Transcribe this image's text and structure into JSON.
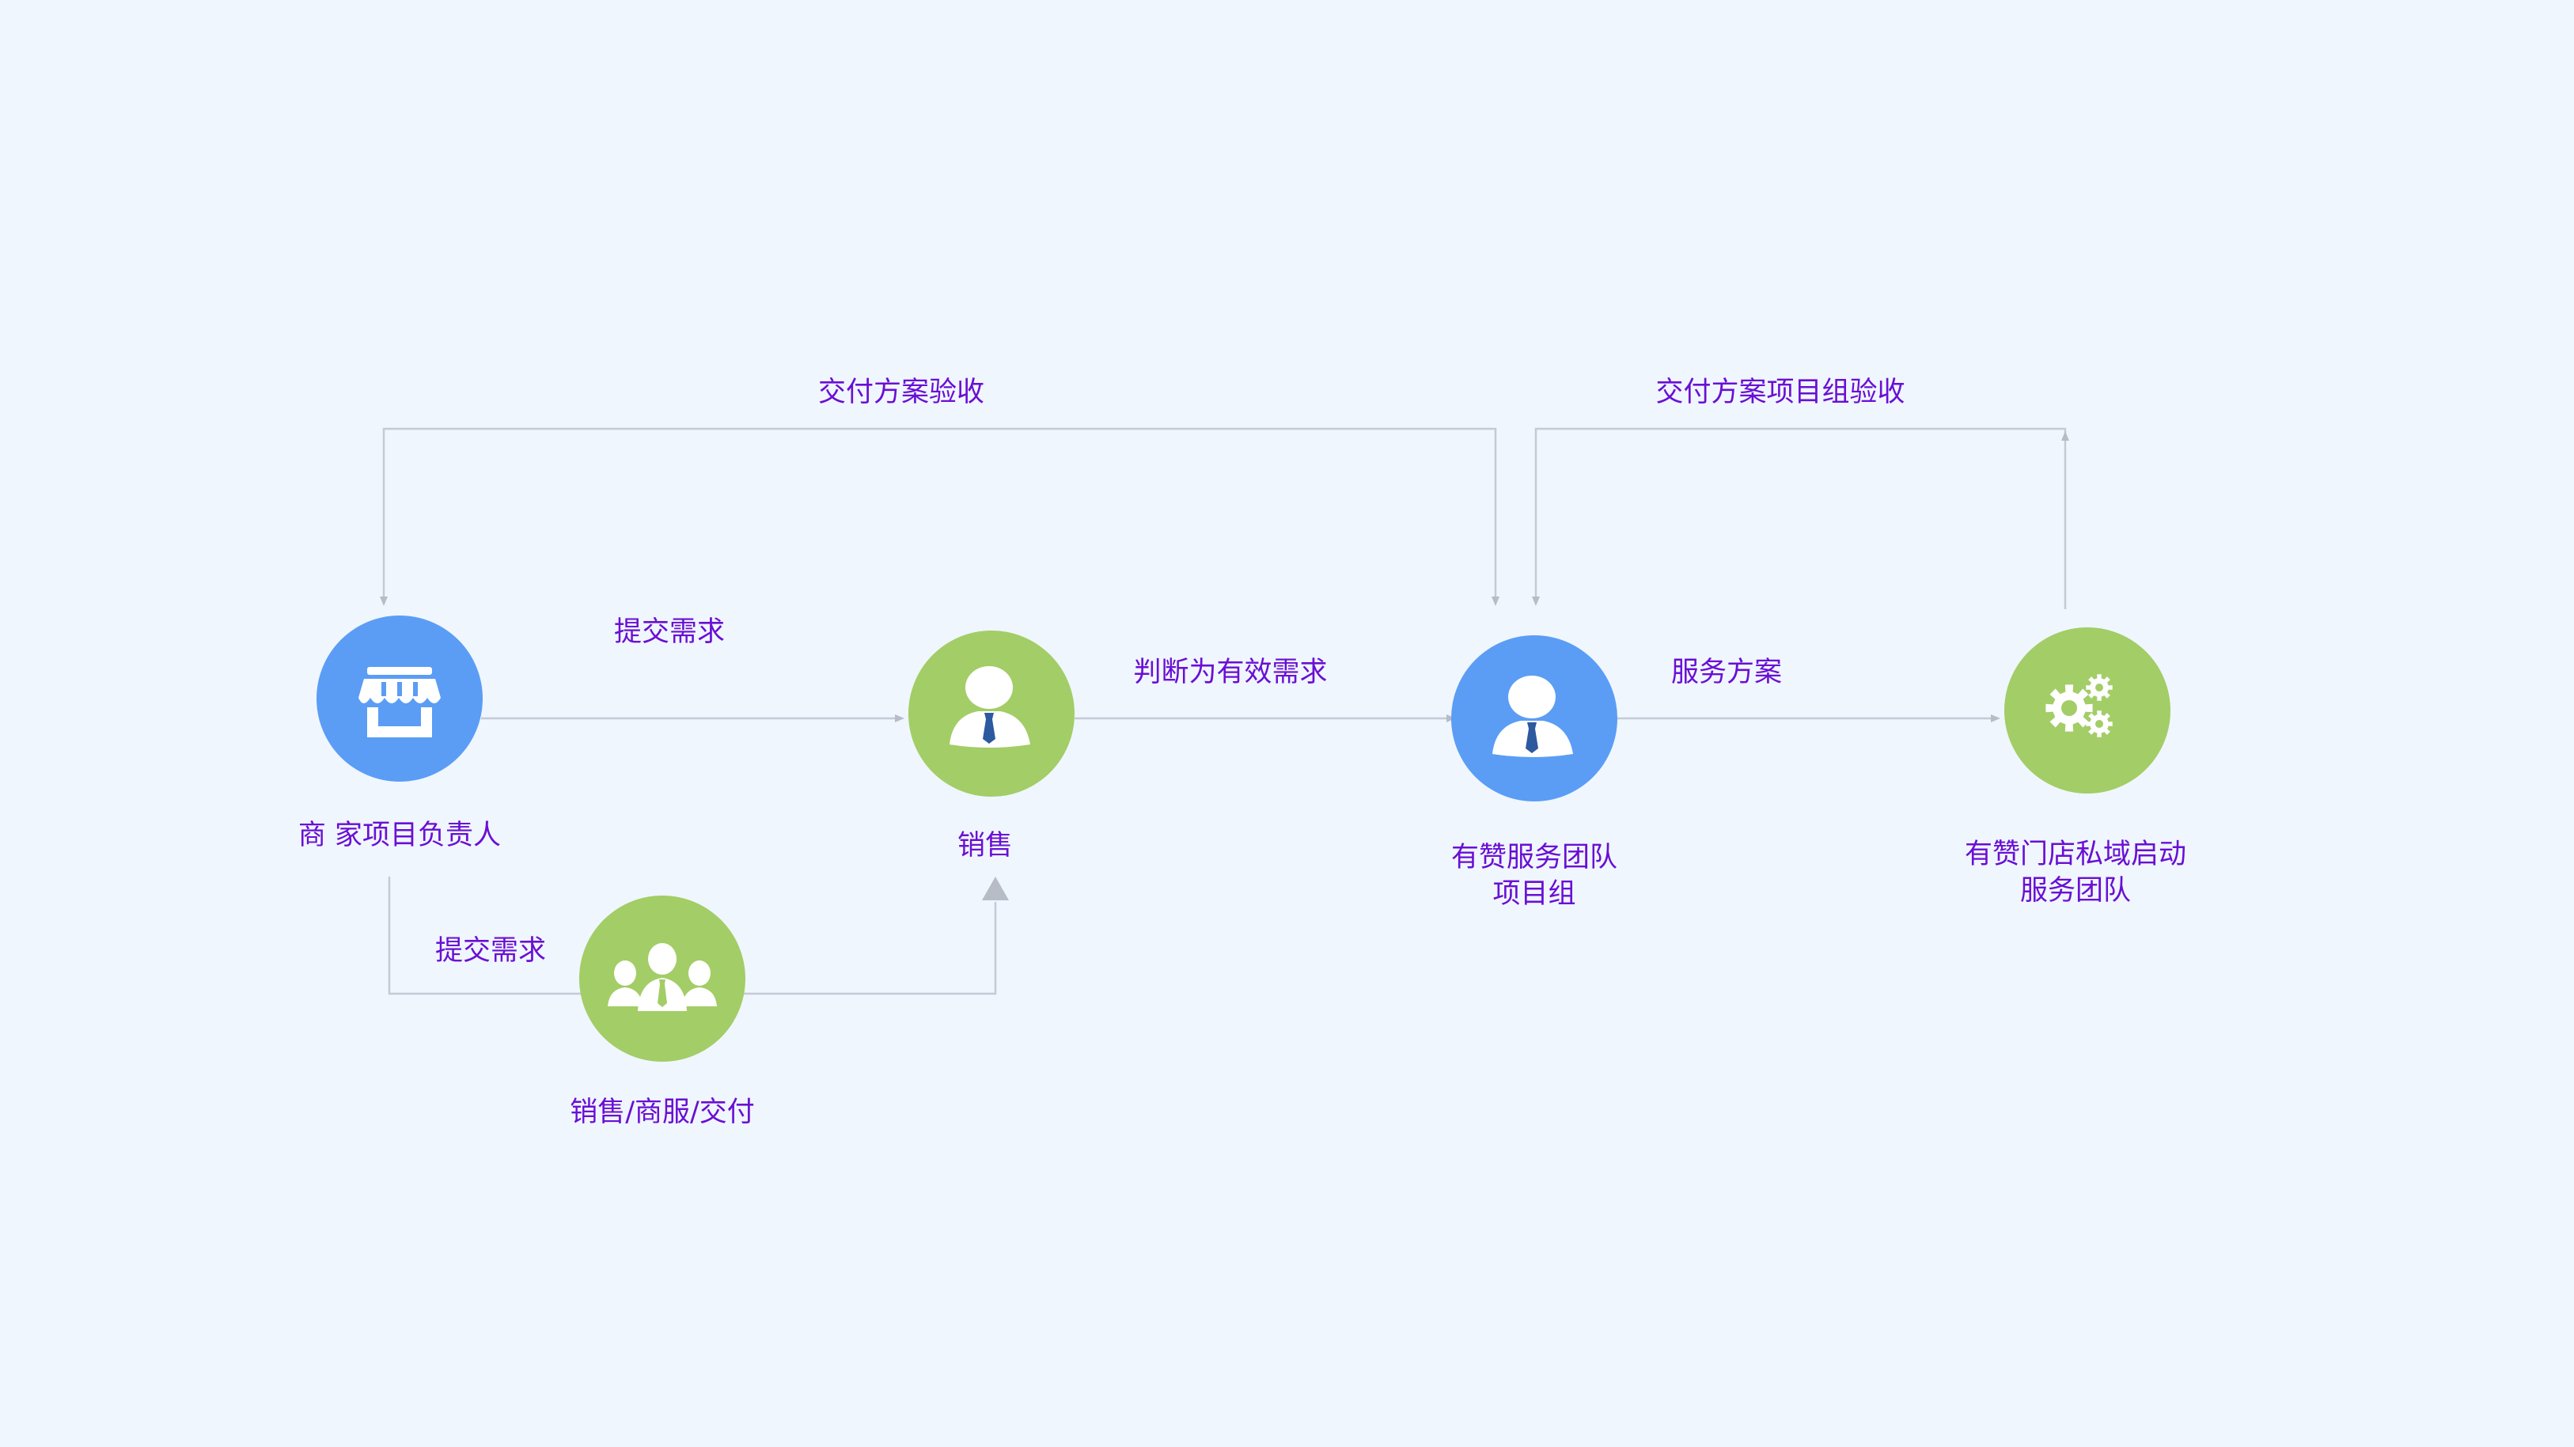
{
  "colors": {
    "node_blue": "#5b9df5",
    "node_green": "#a3cd66",
    "connector": "#c5cad6",
    "arrow_head": "#b7bcc6",
    "label_text": "#6a0fd4"
  },
  "nodes": {
    "merchant": {
      "name": "商 家项目负责人",
      "icon": "store-icon"
    },
    "sales": {
      "name": "销售",
      "icon": "businessman-icon"
    },
    "staff": {
      "name": "销售/商服/交付",
      "icon": "team-icon"
    },
    "service_team": {
      "name_line1": "有赞服务团队",
      "name_line2": "项目组",
      "icon": "businessman-icon"
    },
    "launch_team": {
      "name_line1": "有赞门店私域启动",
      "name_line2": "服务团队",
      "icon": "gears-icon"
    }
  },
  "edges": {
    "merchant_to_sales": "提交需求",
    "merchant_to_staff": "提交需求",
    "sales_to_service_team": "判断为有效需求",
    "service_team_to_launch_team": "服务方案",
    "service_team_to_merchant": "交付方案验收",
    "launch_team_to_service_team": "交付方案项目组验收"
  }
}
